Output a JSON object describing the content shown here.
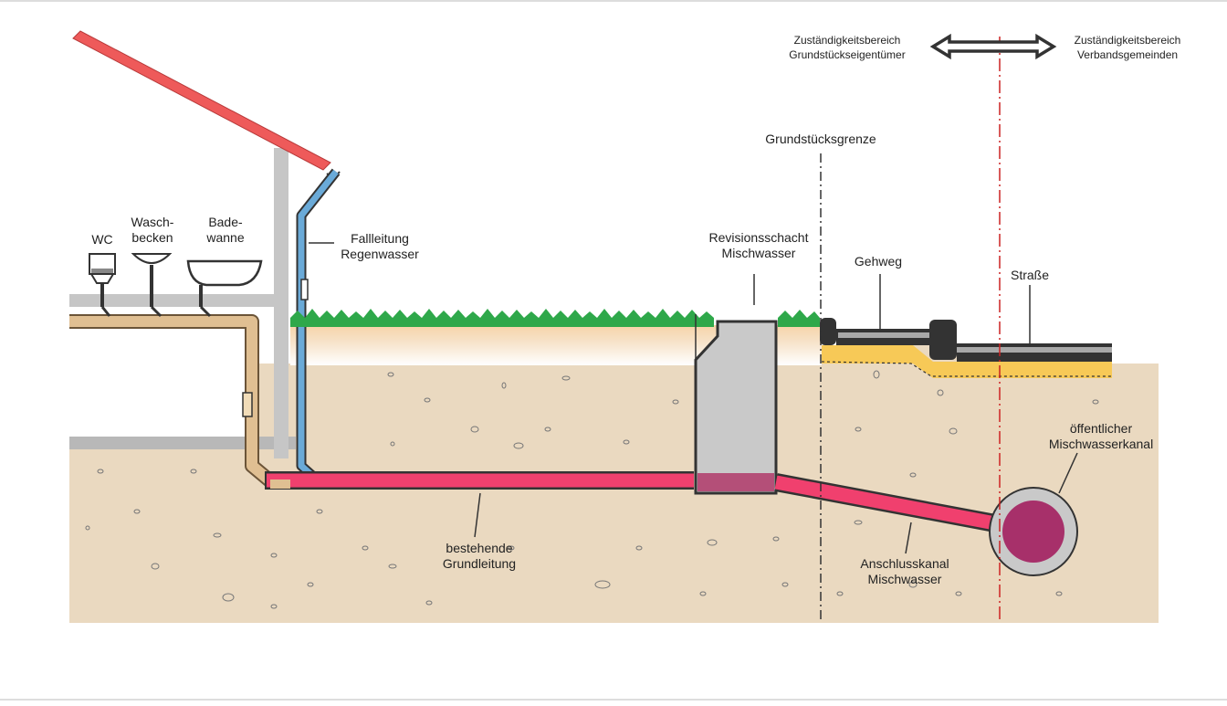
{
  "header": {
    "owner_area_line1": "Zuständigkeitsbereich",
    "owner_area_line2": "Grundstückseigentümer",
    "public_area_line1": "Zuständigkeitsbereich",
    "public_area_line2": "Verbandsgemeinden"
  },
  "labels": {
    "wc": "WC",
    "waschbecken_line1": "Wasch-",
    "waschbecken_line2": "becken",
    "badewanne_line1": "Bade-",
    "badewanne_line2": "wanne",
    "fallleitung_line1": "Fallleitung",
    "fallleitung_line2": "Regenwasser",
    "revisionsschacht_line1": "Revisionsschacht",
    "revisionsschacht_line2": "Mischwasser",
    "grundstuecksgrenze": "Grundstücksgrenze",
    "gehweg": "Gehweg",
    "strasse": "Straße",
    "kanal_line1": "öffentlicher",
    "kanal_line2": "Mischwasserkanal",
    "grundleitung_line1": "bestehende",
    "grundleitung_line2": "Grundleitung",
    "anschlusskanal_line1": "Anschlusskanal",
    "anschlusskanal_line2": "Mischwasser"
  },
  "colors": {
    "soil": "#ead9c0",
    "roof": "#ee5a5a",
    "wastewater": "#f0406e",
    "rainwater": "#6aaad8",
    "brown_pipe": "#d9b78a",
    "grass": "#2ea84a",
    "shaft": "#c9c9c9",
    "boundary_public": "#cc2222"
  }
}
